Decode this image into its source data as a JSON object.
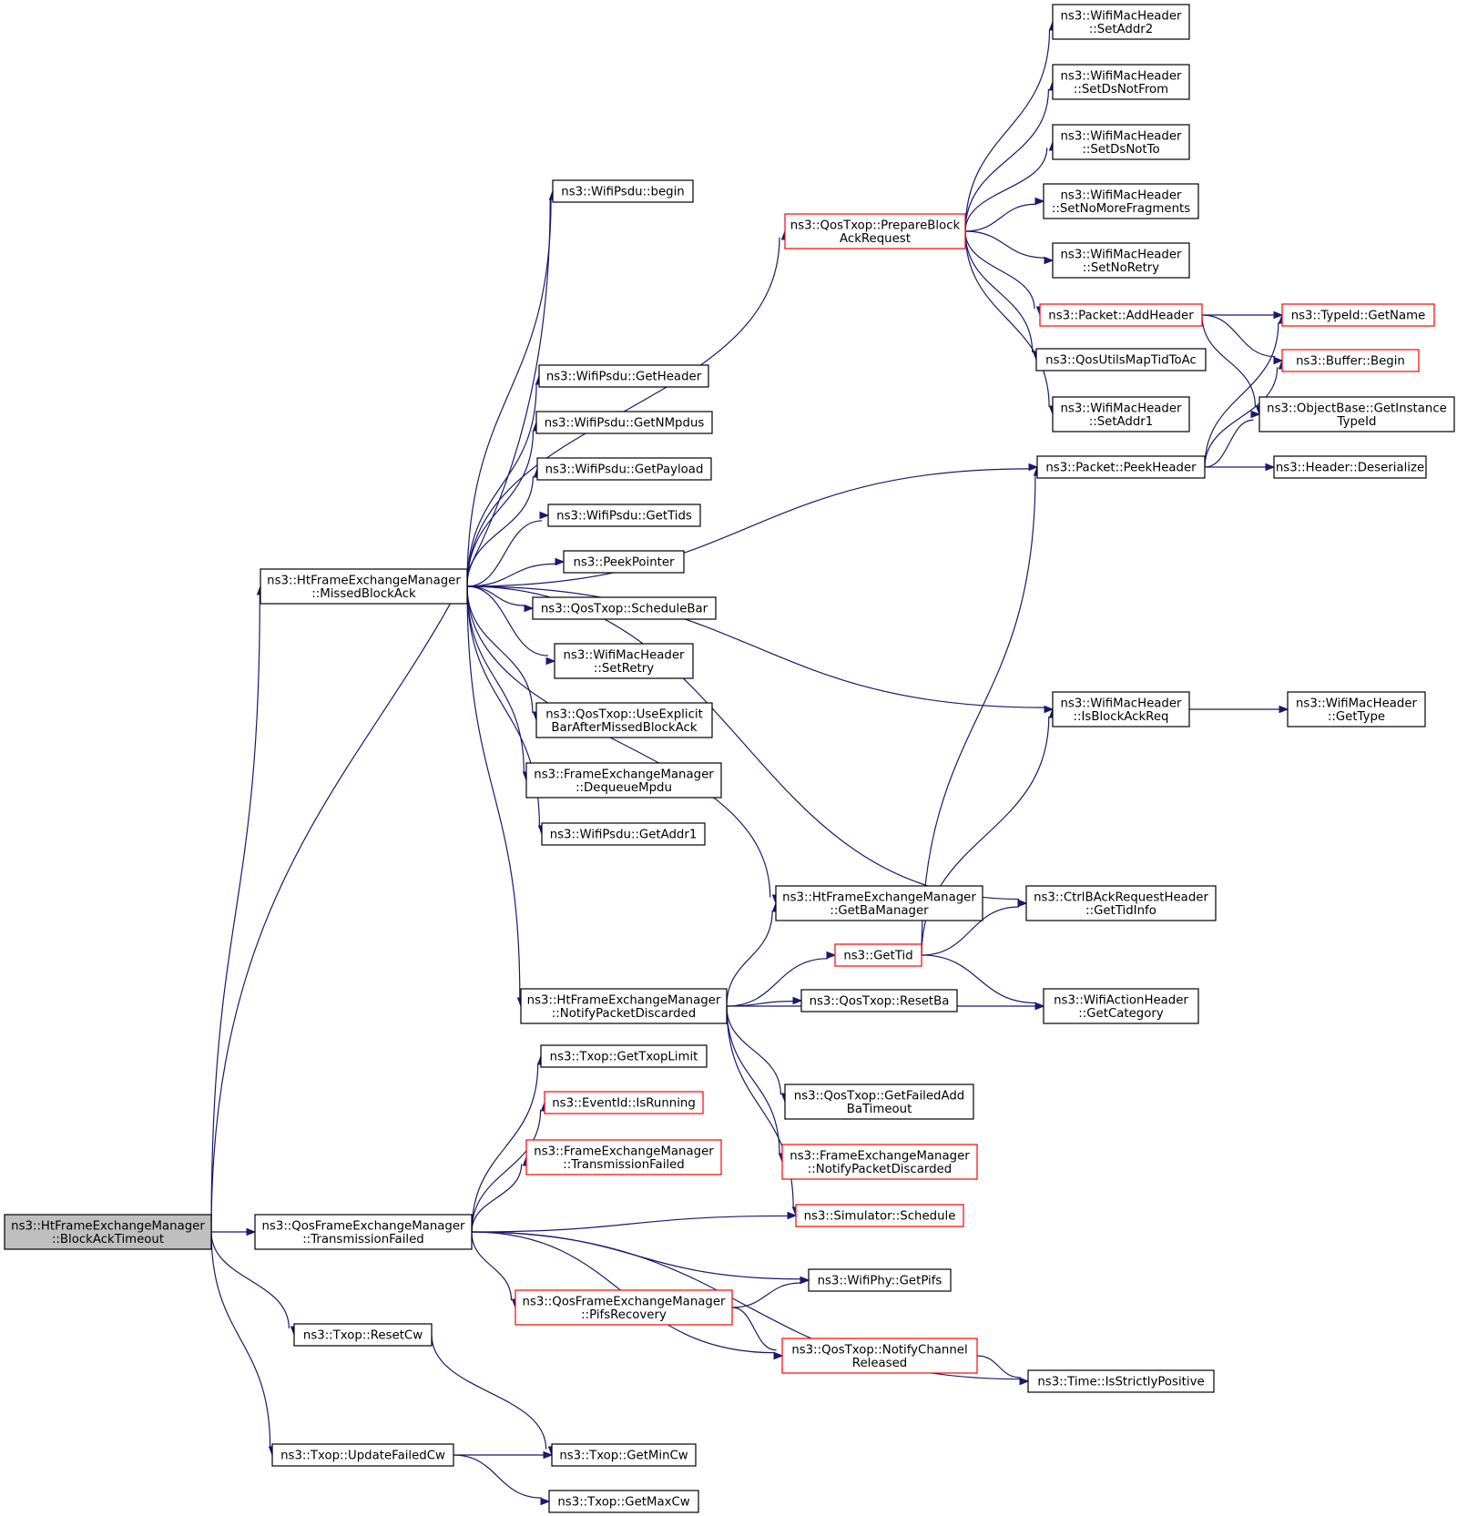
{
  "colors": {
    "edge": "#191970",
    "node_border": "#000000",
    "node_border_truncated": "#ff0000",
    "node_fill": "#ffffff",
    "focus_fill": "#bfbfbf"
  },
  "nodes": [
    {
      "id": "root",
      "lines": [
        "ns3::HtFrameExchangeManager",
        "::BlockAckTimeout"
      ],
      "style": "focus"
    },
    {
      "id": "qfem_tf",
      "lines": [
        "ns3::QosFrameExchangeManager",
        "::TransmissionFailed"
      ],
      "style": "normal"
    },
    {
      "id": "mba",
      "lines": [
        "ns3::HtFrameExchangeManager",
        "::MissedBlockAck"
      ],
      "style": "normal"
    },
    {
      "id": "resetcw",
      "lines": [
        "ns3::Txop::ResetCw"
      ],
      "style": "normal"
    },
    {
      "id": "ufcw",
      "lines": [
        "ns3::Txop::UpdateFailedCw"
      ],
      "style": "normal"
    },
    {
      "id": "begin",
      "lines": [
        "ns3::WifiPsdu::begin"
      ],
      "style": "normal"
    },
    {
      "id": "pbar",
      "lines": [
        "ns3::QosTxop::PrepareBlock",
        "AckRequest"
      ],
      "style": "truncated"
    },
    {
      "id": "getheader",
      "lines": [
        "ns3::WifiPsdu::GetHeader"
      ],
      "style": "normal"
    },
    {
      "id": "getnmpdus",
      "lines": [
        "ns3::WifiPsdu::GetNMpdus"
      ],
      "style": "normal"
    },
    {
      "id": "getpayload",
      "lines": [
        "ns3::WifiPsdu::GetPayload"
      ],
      "style": "normal"
    },
    {
      "id": "gettids",
      "lines": [
        "ns3::WifiPsdu::GetTids"
      ],
      "style": "normal"
    },
    {
      "id": "peekptr",
      "lines": [
        "ns3::PeekPointer"
      ],
      "style": "normal"
    },
    {
      "id": "schedbar",
      "lines": [
        "ns3::QosTxop::ScheduleBar"
      ],
      "style": "normal"
    },
    {
      "id": "setretry",
      "lines": [
        "ns3::WifiMacHeader",
        "::SetRetry"
      ],
      "style": "normal"
    },
    {
      "id": "useexp",
      "lines": [
        "ns3::QosTxop::UseExplicit",
        "BarAfterMissedBlockAck"
      ],
      "style": "normal"
    },
    {
      "id": "dequeue",
      "lines": [
        "ns3::FrameExchangeManager",
        "::DequeueMpdu"
      ],
      "style": "normal"
    },
    {
      "id": "getaddr1",
      "lines": [
        "ns3::WifiPsdu::GetAddr1"
      ],
      "style": "normal"
    },
    {
      "id": "getbamgr",
      "lines": [
        "ns3::HtFrameExchangeManager",
        "::GetBaManager"
      ],
      "style": "normal"
    },
    {
      "id": "npd",
      "lines": [
        "ns3::HtFrameExchangeManager",
        "::NotifyPacketDiscarded"
      ],
      "style": "normal"
    },
    {
      "id": "gettxop",
      "lines": [
        "ns3::Txop::GetTxopLimit"
      ],
      "style": "normal"
    },
    {
      "id": "isrunning",
      "lines": [
        "ns3::EventId::IsRunning"
      ],
      "style": "truncated"
    },
    {
      "id": "fem_tf",
      "lines": [
        "ns3::FrameExchangeManager",
        "::TransmissionFailed"
      ],
      "style": "truncated"
    },
    {
      "id": "pifsrec",
      "lines": [
        "ns3::QosFrameExchangeManager",
        "::PifsRecovery"
      ],
      "style": "truncated"
    },
    {
      "id": "getmincw",
      "lines": [
        "ns3::Txop::GetMinCw"
      ],
      "style": "normal"
    },
    {
      "id": "getmaxcw",
      "lines": [
        "ns3::Txop::GetMaxCw"
      ],
      "style": "normal"
    },
    {
      "id": "setaddr2",
      "lines": [
        "ns3::WifiMacHeader",
        "::SetAddr2"
      ],
      "style": "normal"
    },
    {
      "id": "setdsnotfrom",
      "lines": [
        "ns3::WifiMacHeader",
        "::SetDsNotFrom"
      ],
      "style": "normal"
    },
    {
      "id": "setdsnotto",
      "lines": [
        "ns3::WifiMacHeader",
        "::SetDsNotTo"
      ],
      "style": "normal"
    },
    {
      "id": "setnomore",
      "lines": [
        "ns3::WifiMacHeader",
        "::SetNoMoreFragments"
      ],
      "style": "normal"
    },
    {
      "id": "setnoretry",
      "lines": [
        "ns3::WifiMacHeader",
        "::SetNoRetry"
      ],
      "style": "normal"
    },
    {
      "id": "addheader",
      "lines": [
        "ns3::Packet::AddHeader"
      ],
      "style": "truncated"
    },
    {
      "id": "qosutils",
      "lines": [
        "ns3::QosUtilsMapTidToAc"
      ],
      "style": "normal"
    },
    {
      "id": "setaddr1",
      "lines": [
        "ns3::WifiMacHeader",
        "::SetAddr1"
      ],
      "style": "normal"
    },
    {
      "id": "peekheader",
      "lines": [
        "ns3::Packet::PeekHeader"
      ],
      "style": "normal"
    },
    {
      "id": "isbar",
      "lines": [
        "ns3::WifiMacHeader",
        "::IsBlockAckReq"
      ],
      "style": "normal"
    },
    {
      "id": "gettidinfo",
      "lines": [
        "ns3::CtrlBAckRequestHeader",
        "::GetTidInfo"
      ],
      "style": "normal"
    },
    {
      "id": "gettid",
      "lines": [
        "ns3::GetTid"
      ],
      "style": "truncated"
    },
    {
      "id": "resetba",
      "lines": [
        "ns3::QosTxop::ResetBa"
      ],
      "style": "normal"
    },
    {
      "id": "getcat",
      "lines": [
        "ns3::WifiActionHeader",
        "::GetCategory"
      ],
      "style": "normal"
    },
    {
      "id": "getfailedadd",
      "lines": [
        "ns3::QosTxop::GetFailedAdd",
        "BaTimeout"
      ],
      "style": "normal"
    },
    {
      "id": "fem_npd",
      "lines": [
        "ns3::FrameExchangeManager",
        "::NotifyPacketDiscarded"
      ],
      "style": "truncated"
    },
    {
      "id": "schedule",
      "lines": [
        "ns3::Simulator::Schedule"
      ],
      "style": "truncated"
    },
    {
      "id": "getpifs",
      "lines": [
        "ns3::WifiPhy::GetPifs"
      ],
      "style": "normal"
    },
    {
      "id": "ncr",
      "lines": [
        "ns3::QosTxop::NotifyChannel",
        "Released"
      ],
      "style": "truncated"
    },
    {
      "id": "isstrict",
      "lines": [
        "ns3::Time::IsStrictlyPositive"
      ],
      "style": "normal"
    },
    {
      "id": "typeidname",
      "lines": [
        "ns3::TypeId::GetName"
      ],
      "style": "truncated"
    },
    {
      "id": "bufbegin",
      "lines": [
        "ns3::Buffer::Begin"
      ],
      "style": "truncated"
    },
    {
      "id": "getinst",
      "lines": [
        "ns3::ObjectBase::GetInstance",
        "TypeId"
      ],
      "style": "normal"
    },
    {
      "id": "deser",
      "lines": [
        "ns3::Header::Deserialize"
      ],
      "style": "normal"
    },
    {
      "id": "gettype",
      "lines": [
        "ns3::WifiMacHeader",
        "::GetType"
      ],
      "style": "normal"
    }
  ],
  "edges": [
    [
      "root",
      "qfem_tf"
    ],
    [
      "root",
      "mba"
    ],
    [
      "root",
      "resetcw"
    ],
    [
      "root",
      "ufcw"
    ],
    [
      "root",
      "begin"
    ],
    [
      "mba",
      "begin"
    ],
    [
      "mba",
      "pbar"
    ],
    [
      "mba",
      "getheader"
    ],
    [
      "mba",
      "getnmpdus"
    ],
    [
      "mba",
      "getpayload"
    ],
    [
      "mba",
      "gettids"
    ],
    [
      "mba",
      "peekptr"
    ],
    [
      "mba",
      "schedbar"
    ],
    [
      "mba",
      "setretry"
    ],
    [
      "mba",
      "useexp"
    ],
    [
      "mba",
      "dequeue"
    ],
    [
      "mba",
      "getaddr1"
    ],
    [
      "mba",
      "getbamgr"
    ],
    [
      "mba",
      "npd"
    ],
    [
      "mba",
      "peekheader"
    ],
    [
      "mba",
      "isbar"
    ],
    [
      "mba",
      "gettidinfo"
    ],
    [
      "pbar",
      "setaddr2"
    ],
    [
      "pbar",
      "setdsnotfrom"
    ],
    [
      "pbar",
      "setdsnotto"
    ],
    [
      "pbar",
      "setnomore"
    ],
    [
      "pbar",
      "setnoretry"
    ],
    [
      "pbar",
      "addheader"
    ],
    [
      "pbar",
      "qosutils"
    ],
    [
      "pbar",
      "setaddr1"
    ],
    [
      "addheader",
      "typeidname"
    ],
    [
      "addheader",
      "bufbegin"
    ],
    [
      "addheader",
      "getinst"
    ],
    [
      "peekheader",
      "typeidname"
    ],
    [
      "peekheader",
      "bufbegin"
    ],
    [
      "peekheader",
      "getinst"
    ],
    [
      "peekheader",
      "deser"
    ],
    [
      "isbar",
      "gettype"
    ],
    [
      "npd",
      "getbamgr"
    ],
    [
      "npd",
      "gettid"
    ],
    [
      "npd",
      "resetba"
    ],
    [
      "npd",
      "getcat"
    ],
    [
      "npd",
      "getfailedadd"
    ],
    [
      "npd",
      "fem_npd"
    ],
    [
      "npd",
      "schedule"
    ],
    [
      "gettid",
      "gettidinfo"
    ],
    [
      "gettid",
      "getcat"
    ],
    [
      "gettid",
      "isbar"
    ],
    [
      "gettid",
      "peekheader"
    ],
    [
      "qfem_tf",
      "gettxop"
    ],
    [
      "qfem_tf",
      "isrunning"
    ],
    [
      "qfem_tf",
      "fem_tf"
    ],
    [
      "qfem_tf",
      "schedule"
    ],
    [
      "qfem_tf",
      "getpifs"
    ],
    [
      "qfem_tf",
      "pifsrec"
    ],
    [
      "qfem_tf",
      "ncr"
    ],
    [
      "qfem_tf",
      "isstrict"
    ],
    [
      "pifsrec",
      "getpifs"
    ],
    [
      "pifsrec",
      "ncr"
    ],
    [
      "ncr",
      "isstrict"
    ],
    [
      "resetcw",
      "getmincw"
    ],
    [
      "ufcw",
      "getmincw"
    ],
    [
      "ufcw",
      "getmaxcw"
    ]
  ]
}
